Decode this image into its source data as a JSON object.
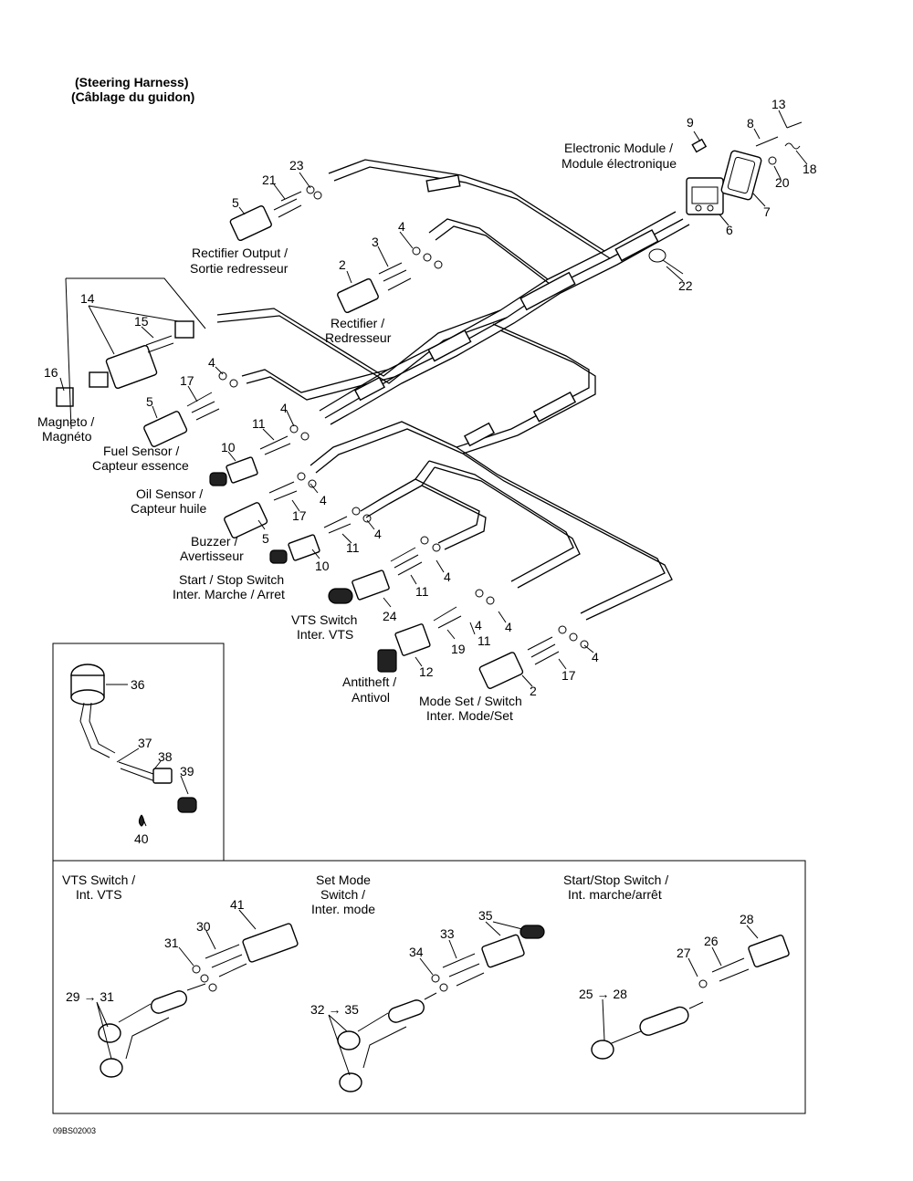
{
  "title_lines": [
    "(Steering Harness)",
    "(Câblage du guidon)"
  ],
  "labels": [
    {
      "id": "electronic-module",
      "lines": [
        "Electronic Module /",
        "Module électronique"
      ]
    },
    {
      "id": "rectifier-output",
      "lines": [
        "Rectifier Output /",
        "Sortie redresseur"
      ]
    },
    {
      "id": "rectifier",
      "lines": [
        "Rectifier /",
        "Redresseur"
      ]
    },
    {
      "id": "magneto",
      "lines": [
        "Magneto /",
        "Magnéto"
      ]
    },
    {
      "id": "fuel-sensor",
      "lines": [
        "Fuel Sensor /",
        "Capteur essence"
      ]
    },
    {
      "id": "oil-sensor",
      "lines": [
        "Oil Sensor /",
        "Capteur huile"
      ]
    },
    {
      "id": "buzzer",
      "lines": [
        "Buzzer /",
        "Avertisseur"
      ]
    },
    {
      "id": "start-stop-switch",
      "lines": [
        "Start / Stop Switch",
        "Inter. Marche / Arret"
      ]
    },
    {
      "id": "vts-switch",
      "lines": [
        "VTS Switch",
        "Inter. VTS"
      ]
    },
    {
      "id": "antitheft",
      "lines": [
        "Antitheft /",
        "Antivol"
      ]
    },
    {
      "id": "mode-set-switch",
      "lines": [
        "Mode Set / Switch",
        "Inter. Mode/Set"
      ]
    },
    {
      "id": "detail-vts-switch",
      "lines": [
        "VTS Switch /",
        "Int. VTS"
      ]
    },
    {
      "id": "detail-set-mode-switch",
      "lines": [
        "Set Mode",
        "Switch /",
        "Inter. mode"
      ]
    },
    {
      "id": "detail-start-stop-switch",
      "lines": [
        "Start/Stop Switch /",
        "Int. marche/arrêt"
      ]
    }
  ],
  "callouts": [
    "2",
    "2",
    "3",
    "4",
    "4",
    "4",
    "4",
    "4",
    "4",
    "4",
    "4",
    "4",
    "5",
    "5",
    "5",
    "6",
    "7",
    "8",
    "9",
    "10",
    "10",
    "11",
    "11",
    "11",
    "11",
    "12",
    "13",
    "14",
    "15",
    "16",
    "17",
    "17",
    "17",
    "18",
    "19",
    "20",
    "21",
    "22",
    "23",
    "24",
    "26",
    "27",
    "28",
    "30",
    "31",
    "33",
    "34",
    "35",
    "36",
    "37",
    "38",
    "39",
    "40",
    "41"
  ],
  "range_callouts": [
    "29 → 31",
    "32 → 35",
    "25 → 28"
  ],
  "drawing_code": "09BS02003"
}
